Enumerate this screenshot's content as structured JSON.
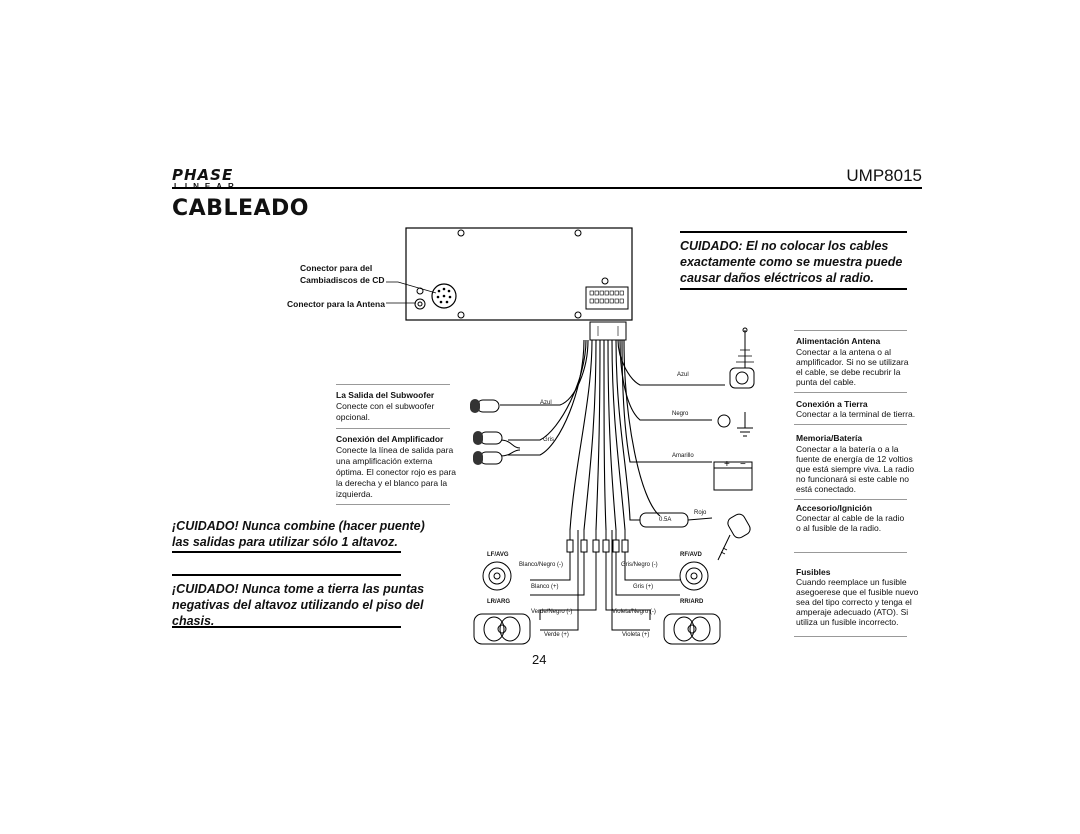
{
  "header": {
    "logo_top": "PHASE",
    "logo_bottom": "LINEAR",
    "model": "UMP8015"
  },
  "title": "CABLEADO",
  "caution_top": {
    "line1": "CUIDADO: El no colocar los cables",
    "line2": "exactamente como se muestra puede",
    "line3": "causar daños eléctricos al radio."
  },
  "caution_bridge": {
    "line1": "¡CUIDADO! Nunca combine (hacer puente)",
    "line2": "las salidas para utilizar sólo 1 altavoz."
  },
  "caution_ground": {
    "line1": "¡CUIDADO! Nunca tome a tierra las puntas",
    "line2": "negativas del altavoz utilizando el piso del",
    "line3": "chasis."
  },
  "connector_labels": {
    "cd_line1": "Conector para del",
    "cd_line2": "Cambiadiscos de CD",
    "antenna": "Conector para la Antena"
  },
  "left_notes": {
    "subwoofer_title": "La Salida del Subwoofer",
    "subwoofer_l1": "Conecte con el subwoofer",
    "subwoofer_l2": "opcional.",
    "amp_title": "Conexión del Amplificador",
    "amp_l1": "Conecte la línea de salida para",
    "amp_l2": "una amplificación externa",
    "amp_l3": "óptima. El conector rojo es para",
    "amp_l4": "la derecha y el blanco para la",
    "amp_l5": "izquierda."
  },
  "right_notes": {
    "ant_title": "Alimentación Antena",
    "ant_l1": "Conectar a la antena o al",
    "ant_l2": "amplificador. Si no se utilizara",
    "ant_l3": "el cable, se debe recubrir la",
    "ant_l4": "punta del cable.",
    "gnd_title": "Conexión a Tierra",
    "gnd_l1": "Conectar a la terminal de tierra.",
    "mem_title": "Memoria/Batería",
    "mem_l1": "Conectar a la batería o a la",
    "mem_l2": "fuente de energía de 12 voltios",
    "mem_l3": "que está siempre viva. La radio",
    "mem_l4": "no funcionará si este cable no",
    "mem_l5": "está conectado.",
    "acc_title": "Accesorio/Ignición",
    "acc_l1": "Conectar al cable de la radio",
    "acc_l2": "o al fusible de la radio.",
    "fuse_title": "Fusibles",
    "fuse_l1": "Cuando reemplace un fusible",
    "fuse_l2": "asegoerese que el fusible nuevo",
    "fuse_l3": "sea del tipo correcto y tenga el",
    "fuse_l4": "amperaje adecuado (ATO). Si",
    "fuse_l5": "utiliza un fusible incorrecto."
  },
  "wires": {
    "azul_left": "Azul",
    "gris": "Gris",
    "azul_right": "Azul",
    "negro": "Negro",
    "amarillo": "Amarillo",
    "rojo": "Rojo",
    "fuse": "0.5A",
    "blanco_negro": "Blanco/Negro (-)",
    "blanco": "Blanco (+)",
    "gris_negro": "Gris/Negro (-)",
    "gris_pos": "Gris (+)",
    "verde_negro": "Verde/Negro (-)",
    "verde": "Verde (+)",
    "violeta_negro": "Violeta/Negro (-)",
    "violeta": "Violeta (+)"
  },
  "speakers": {
    "lf": "LF/AVG",
    "rf": "RF/AVD",
    "lr": "LR/ARG",
    "rr": "RR/ARD"
  },
  "page_number": "24"
}
